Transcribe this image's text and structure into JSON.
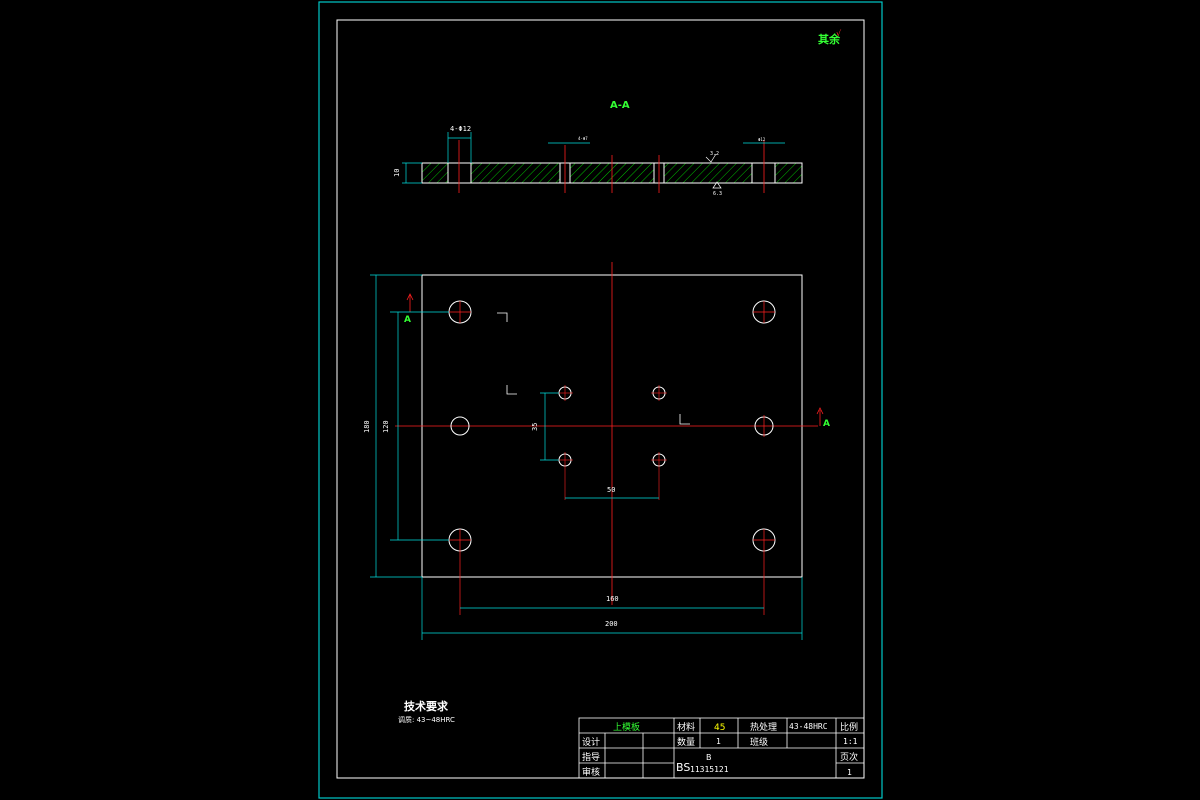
{
  "colors": {
    "background": "#000000",
    "frame": "#00c8c8",
    "outline": "#ffffff",
    "centerline": "#ff2020",
    "dimension": "#00e0e0",
    "hatch": "#00c000",
    "text_white": "#ffffff",
    "text_green": "#33ff33",
    "text_yellow": "#ffff00"
  },
  "drawing": {
    "section_title": "A-A",
    "surface_note": "其余",
    "section_marks": [
      "A",
      "A"
    ],
    "section_view": {
      "thickness_dim": "10",
      "hole_callout": "4-Φ12",
      "small_hole_callout": "4-Φ7",
      "right_hole_callout": "Φ12",
      "roughness_top": "3.2",
      "roughness_bottom": "6.3"
    },
    "plan_view": {
      "dim_height_outer": "180",
      "dim_height_inner": "120",
      "dim_small_vertical": "35",
      "dim_small_horizontal": "50",
      "dim_hole_span": "160",
      "dim_width_outer": "200"
    }
  },
  "tech_requirements": {
    "title": "技术要求",
    "line1": "调质: 43~48HRC"
  },
  "title_block": {
    "part_name": "上模板",
    "material_label": "材料",
    "material_value": "45",
    "heat_label": "热处理",
    "heat_value": "43-48HRC",
    "scale_label": "比例",
    "scale_value": "1:1",
    "qty_label": "数量",
    "qty_value": "1",
    "class_label": "班级",
    "page_label": "页次",
    "page_value": "1",
    "design_label": "设计",
    "guide_label": "指导",
    "review_label": "审核",
    "code_prefix": "BS",
    "code_top": "B",
    "code_number": "11315121"
  }
}
